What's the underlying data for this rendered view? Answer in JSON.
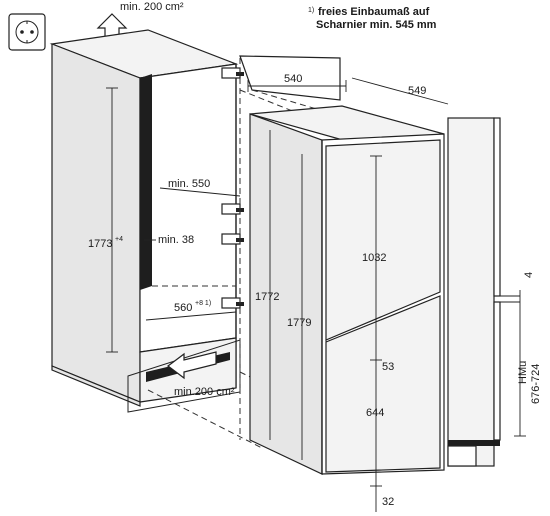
{
  "notes": {
    "top_airflow": "min. 200 cm²",
    "bottom_airflow": "min.200 cm²",
    "footnote_mark": "1)",
    "footnote_line1": "freies Einbaumaß auf",
    "footnote_line2": "Scharnier min. 545 mm"
  },
  "dimensions": {
    "width_540": "540",
    "depth_549": "549",
    "min_550": "min. 550",
    "min_38": "min. 38",
    "niche_height": "1773",
    "niche_height_sup": "+4",
    "niche_width": "560",
    "niche_width_sup": "+8 1)",
    "height_1772": "1772",
    "height_1779": "1779",
    "fridge_door": "1032",
    "gap_53": "53",
    "freezer_door": "644",
    "bottom_32": "32",
    "gap_4": "4",
    "hmu_label": "HMu",
    "hmu_range": "676-724"
  },
  "icons": {
    "socket": "power-socket-icon",
    "air_up": "arrow-up-icon",
    "air_in": "arrow-left-icon"
  },
  "colors": {
    "line": "#222222",
    "shade": "#e6e6e6",
    "dark": "#1e1e1e"
  }
}
